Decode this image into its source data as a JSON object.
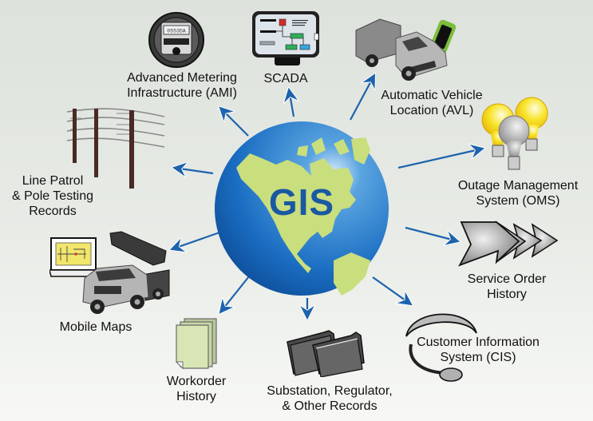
{
  "center": {
    "label": "GIS",
    "icon": "globe-icon"
  },
  "colors": {
    "arrow": "#1d63ad",
    "globe_ocean": "#1b6cc0",
    "land": "#c9de7d",
    "text": "#111111",
    "background": "#e4e8e2"
  },
  "nodes": [
    {
      "id": "ami",
      "lines": [
        "Advanced Metering",
        "Infrastructure (AMI)"
      ],
      "icon": "electric-meter-icon",
      "meter_reading": "0553DA"
    },
    {
      "id": "scada",
      "lines": [
        "SCADA"
      ],
      "icon": "scada-monitor-icon"
    },
    {
      "id": "avl",
      "lines": [
        "Automatic Vehicle",
        "Location (AVL)"
      ],
      "icon": "truck-with-phone-icon"
    },
    {
      "id": "oms",
      "lines": [
        "Outage Management",
        "System (OMS)"
      ],
      "icon": "light-bulbs-icon"
    },
    {
      "id": "service-order",
      "lines": [
        "Service Order",
        "History"
      ],
      "icon": "chevron-arrows-icon"
    },
    {
      "id": "cis",
      "lines": [
        "Customer Information",
        "System (CIS)"
      ],
      "icon": "headset-icon"
    },
    {
      "id": "substation",
      "lines": [
        "Substation, Regulator,",
        "& Other Records"
      ],
      "icon": "folders-icon"
    },
    {
      "id": "workorder",
      "lines": [
        "Workorder",
        "History"
      ],
      "icon": "documents-stack-icon"
    },
    {
      "id": "mobile-maps",
      "lines": [
        "Mobile Maps"
      ],
      "icon": "laptop-bucket-truck-icon"
    },
    {
      "id": "line-patrol",
      "lines": [
        "Line Patrol",
        "& Pole Testing",
        "Records"
      ],
      "icon": "utility-poles-icon"
    }
  ]
}
